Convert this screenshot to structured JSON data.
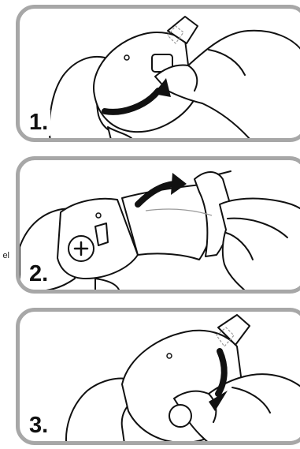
{
  "panels": [
    {
      "step_label": "1."
    },
    {
      "step_label": "2."
    },
    {
      "step_label": "3."
    }
  ],
  "edge_text": "el",
  "colors": {
    "panel_border": "#a7a7a7",
    "line": "#111111",
    "arrow": "#111111",
    "hatch": "#9a9a9a"
  }
}
